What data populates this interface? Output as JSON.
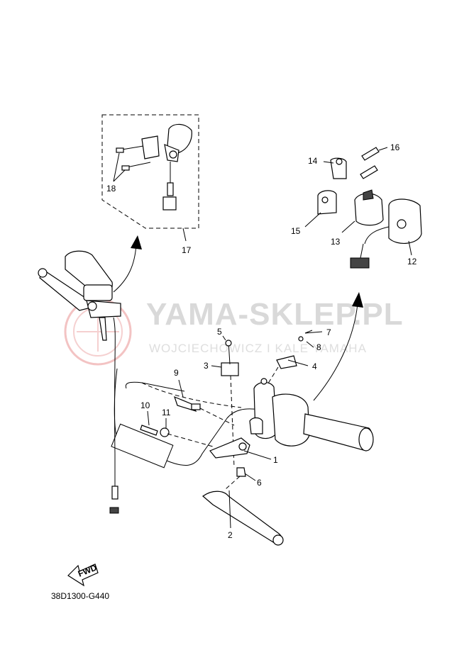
{
  "watermark": {
    "brand": "YAMA-SKLEP.PL",
    "subtitle": "WOJCIECHOWICZ I KALE YAMAHA"
  },
  "diagram_code": "38D1300-G440",
  "fwd_label": "FWD",
  "callouts": [
    {
      "id": "1",
      "label": "1"
    },
    {
      "id": "2",
      "label": "2"
    },
    {
      "id": "3",
      "label": "3"
    },
    {
      "id": "4",
      "label": "4"
    },
    {
      "id": "5",
      "label": "5"
    },
    {
      "id": "6",
      "label": "6"
    },
    {
      "id": "7",
      "label": "7"
    },
    {
      "id": "8",
      "label": "8"
    },
    {
      "id": "9",
      "label": "9"
    },
    {
      "id": "10",
      "label": "10"
    },
    {
      "id": "11",
      "label": "11"
    },
    {
      "id": "12",
      "label": "12"
    },
    {
      "id": "13",
      "label": "13"
    },
    {
      "id": "14",
      "label": "14"
    },
    {
      "id": "15",
      "label": "15"
    },
    {
      "id": "16",
      "label": "16"
    },
    {
      "id": "17",
      "label": "17"
    },
    {
      "id": "18",
      "label": "18"
    }
  ]
}
